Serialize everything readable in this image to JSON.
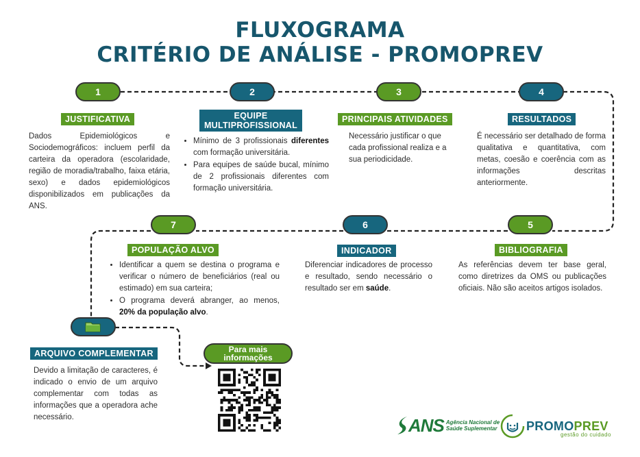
{
  "title": {
    "line1": "FLUXOGRAMA",
    "line2": "CRITÉRIO DE ANÁLISE - PROMOPREV"
  },
  "steps": [
    {
      "number": "1",
      "title": "JUSTIFICATIVA",
      "text": "Dados Epidemiológicos e Sociodemográficos: incluem perfil da carteira da operadora (escolaridade, região de moradia/trabalho, faixa etária, sexo) e dados epidemiológicos disponibilizados em publicações da ANS."
    },
    {
      "number": "2",
      "title_line1": "EQUIPE",
      "title_line2": "MULTIPROFISSIONAL",
      "bullet1_pre": "Mínimo de 3 profissionais ",
      "bullet1_bold": "diferentes",
      "bullet1_post": " com formação universitária.",
      "bullet2": "Para equipes de saúde bucal, mínimo de 2 profissionais diferentes com formação universitária."
    },
    {
      "number": "3",
      "title": "PRINCIPAIS ATIVIDADES",
      "text": "Necessário justificar o que cada profissional realiza e a sua periodicidade."
    },
    {
      "number": "4",
      "title": "RESULTADOS",
      "text": "É necessário ser detalhado de forma qualitativa e quantitativa, com metas, coesão e coerência com as informações descritas anteriormente."
    },
    {
      "number": "5",
      "title": "BIBLIOGRAFIA",
      "text": "As referências devem ter base geral, como diretrizes da OMS ou publicações oficiais. Não são aceitos artigos isolados."
    },
    {
      "number": "6",
      "title": "INDICADOR",
      "text_pre": "Diferenciar indicadores de processo e resultado, sendo necessário o resultado ser em ",
      "text_bold": "saúde",
      "text_post": "."
    },
    {
      "number": "7",
      "title": "POPULAÇÃO ALVO",
      "bullet1": "Identificar a quem se destina o programa e verificar o número de beneficiários (real ou estimado) em sua carteira;",
      "bullet2_pre": "O programa deverá abranger, ao menos, ",
      "bullet2_bold": "20% da população alvo",
      "bullet2_post": "."
    }
  ],
  "arquivo": {
    "icon": "folder-icon",
    "title": "ARQUIVO COMPLEMENTAR",
    "text": "Devido a limitação de caracteres, é indicado o envio de um arquivo complementar com todas as informações que a operadora ache necessário."
  },
  "more_info": {
    "line1": "Para mais",
    "line2": "informações"
  },
  "logos": {
    "ans_mark": "ANS",
    "ans_line1": "Agência Nacional de",
    "ans_line2": "Saúde Suplementar",
    "promo_a": "PROMO",
    "promo_b": "PREV",
    "promo_sub": "gestão do cuidado"
  },
  "colors": {
    "green": "#5a9a24",
    "blue": "#17667e",
    "title": "#17566c"
  }
}
